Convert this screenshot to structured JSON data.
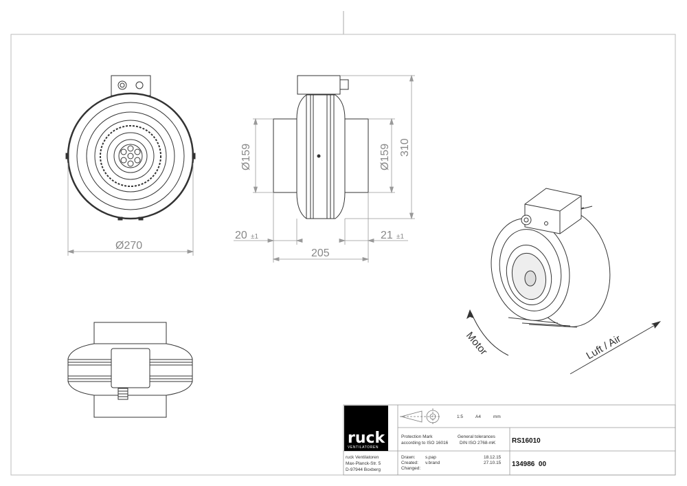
{
  "dimensions": {
    "front_diameter": "Ø270",
    "side_inlet_diameter": "Ø159",
    "side_outlet_diameter": "Ø159",
    "height": "310",
    "inlet_spigot": "20",
    "inlet_tol": "±1",
    "outlet_spigot": "21",
    "outlet_tol": "±1",
    "length": "205"
  },
  "arrows": {
    "motor": "Motor",
    "air": "Luft / Air"
  },
  "title_block": {
    "brand": "ruck",
    "brand_sub": "VENTILATOREN",
    "scale": "1:5",
    "paper": "A4",
    "unit": "mm",
    "protection_line1": "Protection Mark",
    "protection_line2": "according to ISO 16016",
    "tolerances_line1": "General tolerances",
    "tolerances_line2": "DIN ISO 2768-mK",
    "model": "RS16010",
    "address_line1": "ruck Ventilatoren",
    "address_line2": "Max-Planck-Str. 5",
    "address_line3": "D-97944 Boxberg",
    "drawn_label": "Drawn:",
    "drawn_by": "s.pap",
    "drawn_date": "18.12.15",
    "created_label": "Created:",
    "created_by": "v.brand",
    "created_date": "27.10.15",
    "changed_label": "Changed:",
    "drawing_number": "134986  00"
  },
  "colors": {
    "line": "#333333",
    "dimension": "#888888",
    "logo_bg": "#000000"
  }
}
